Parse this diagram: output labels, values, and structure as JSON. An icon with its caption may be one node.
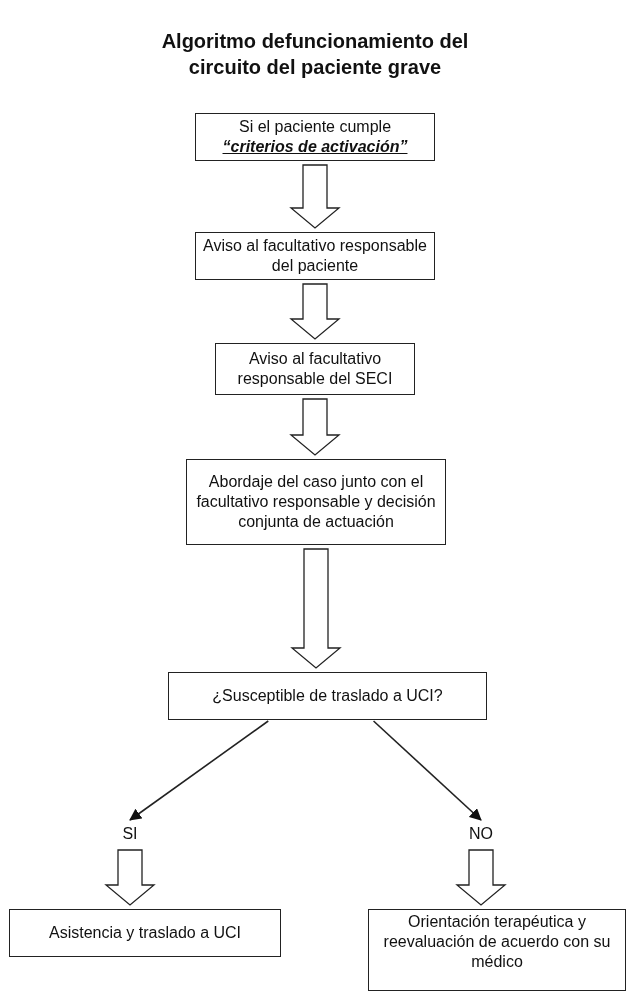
{
  "diagram": {
    "title": "Algoritmo defuncionamiento del circuito del paciente grave",
    "nodes": [
      {
        "text": [
          "Si el paciente cumple",
          "“criterios de activación”"
        ]
      },
      {
        "text": [
          "Aviso al facultativo responsable del paciente"
        ]
      },
      {
        "text": [
          "Aviso al facultativo responsable del SECI"
        ]
      },
      {
        "text": [
          "Abordaje del caso junto con el facultativo responsable y decisión conjunta de actuación"
        ]
      },
      {
        "text": [
          "¿Susceptible de traslado a UCI?"
        ]
      },
      {
        "text": [
          "SI"
        ]
      },
      {
        "text": [
          "NO"
        ]
      },
      {
        "text": [
          "Asistencia y traslado a UCI"
        ]
      },
      {
        "text": [
          "Orientación terapéutica y reevaluación de acuerdo con su médico"
        ]
      }
    ],
    "edges": [
      {
        "from": 0,
        "to": 1,
        "arrow": "to",
        "style": "thick"
      },
      {
        "from": 1,
        "to": 2,
        "arrow": "to",
        "style": "thick"
      },
      {
        "from": 2,
        "to": 3,
        "arrow": "to",
        "style": "thick"
      },
      {
        "from": 3,
        "to": 4,
        "arrow": "to",
        "style": "thick"
      },
      {
        "from": 4,
        "to": 5,
        "arrow": "to"
      },
      {
        "from": 4,
        "to": 6,
        "arrow": "to"
      },
      {
        "from": 5,
        "to": 7,
        "arrow": "to",
        "style": "thick"
      },
      {
        "from": 6,
        "to": 8,
        "arrow": "to",
        "style": "thick"
      }
    ]
  }
}
